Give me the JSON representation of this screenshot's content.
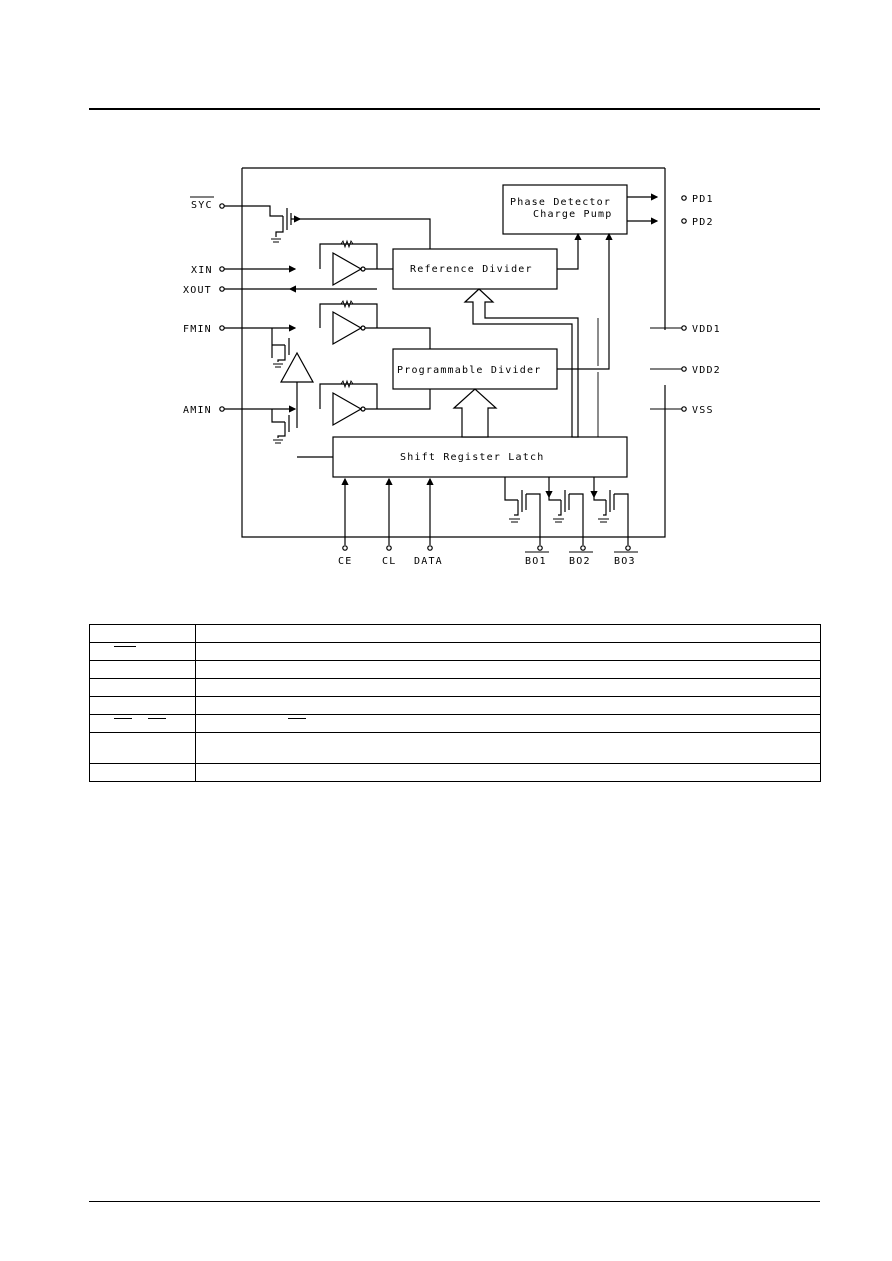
{
  "diagram": {
    "blocks": {
      "phase_detector": [
        "Phase Detector",
        "Charge Pump"
      ],
      "reference_divider": "Reference Divider",
      "programmable_divider": "Programmable Divider",
      "shift_register": "Shift Register Latch"
    },
    "left_pins": {
      "syc": "SYC",
      "xin": "XIN",
      "xout": "XOUT",
      "fmin": "FMIN",
      "amin": "AMIN"
    },
    "right_pins": {
      "pd1": "PD1",
      "pd2": "PD2",
      "vdd1": "VDD1",
      "vdd2": "VDD2",
      "vss": "VSS"
    },
    "bottom_pins": {
      "ce": "CE",
      "cl": "CL",
      "data": "DATA",
      "bo1": "BO1",
      "bo2": "BO2",
      "bo3": "BO3"
    }
  },
  "pin_table": {
    "rows": [
      "",
      "",
      "",
      "",
      "",
      "",
      "",
      ""
    ]
  }
}
